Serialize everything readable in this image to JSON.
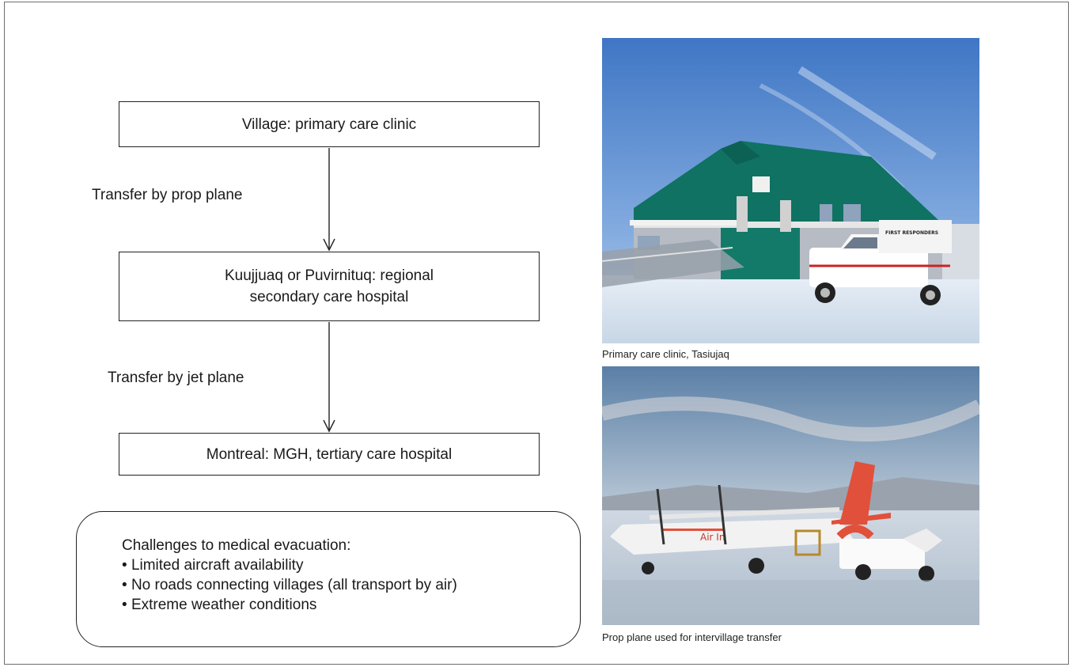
{
  "diagram": {
    "nodes": [
      {
        "id": "village",
        "lines": [
          "Village: primary care clinic"
        ]
      },
      {
        "id": "regional",
        "lines": [
          "Kuujjuaq or Puvirnituq: regional",
          "secondary care hospital"
        ]
      },
      {
        "id": "montreal",
        "lines": [
          "Montreal: MGH, tertiary care hospital"
        ]
      }
    ],
    "edges": [
      {
        "from": "village",
        "to": "regional",
        "label": "Transfer by prop plane"
      },
      {
        "from": "regional",
        "to": "montreal",
        "label": "Transfer by jet plane"
      }
    ]
  },
  "challenges": {
    "heading": "Challenges to medical evacuation:",
    "items": [
      "Limited aircraft availability",
      "No roads connecting villages (all transport by air)",
      "Extreme weather conditions"
    ]
  },
  "photos": [
    {
      "id": "clinic",
      "caption": "Primary care clinic, Tasiujaq",
      "vehicle_text": "FIRST RESPONDERS"
    },
    {
      "id": "plane",
      "caption": "Prop plane used for intervillage transfer",
      "plane_text": "Air In"
    }
  ]
}
